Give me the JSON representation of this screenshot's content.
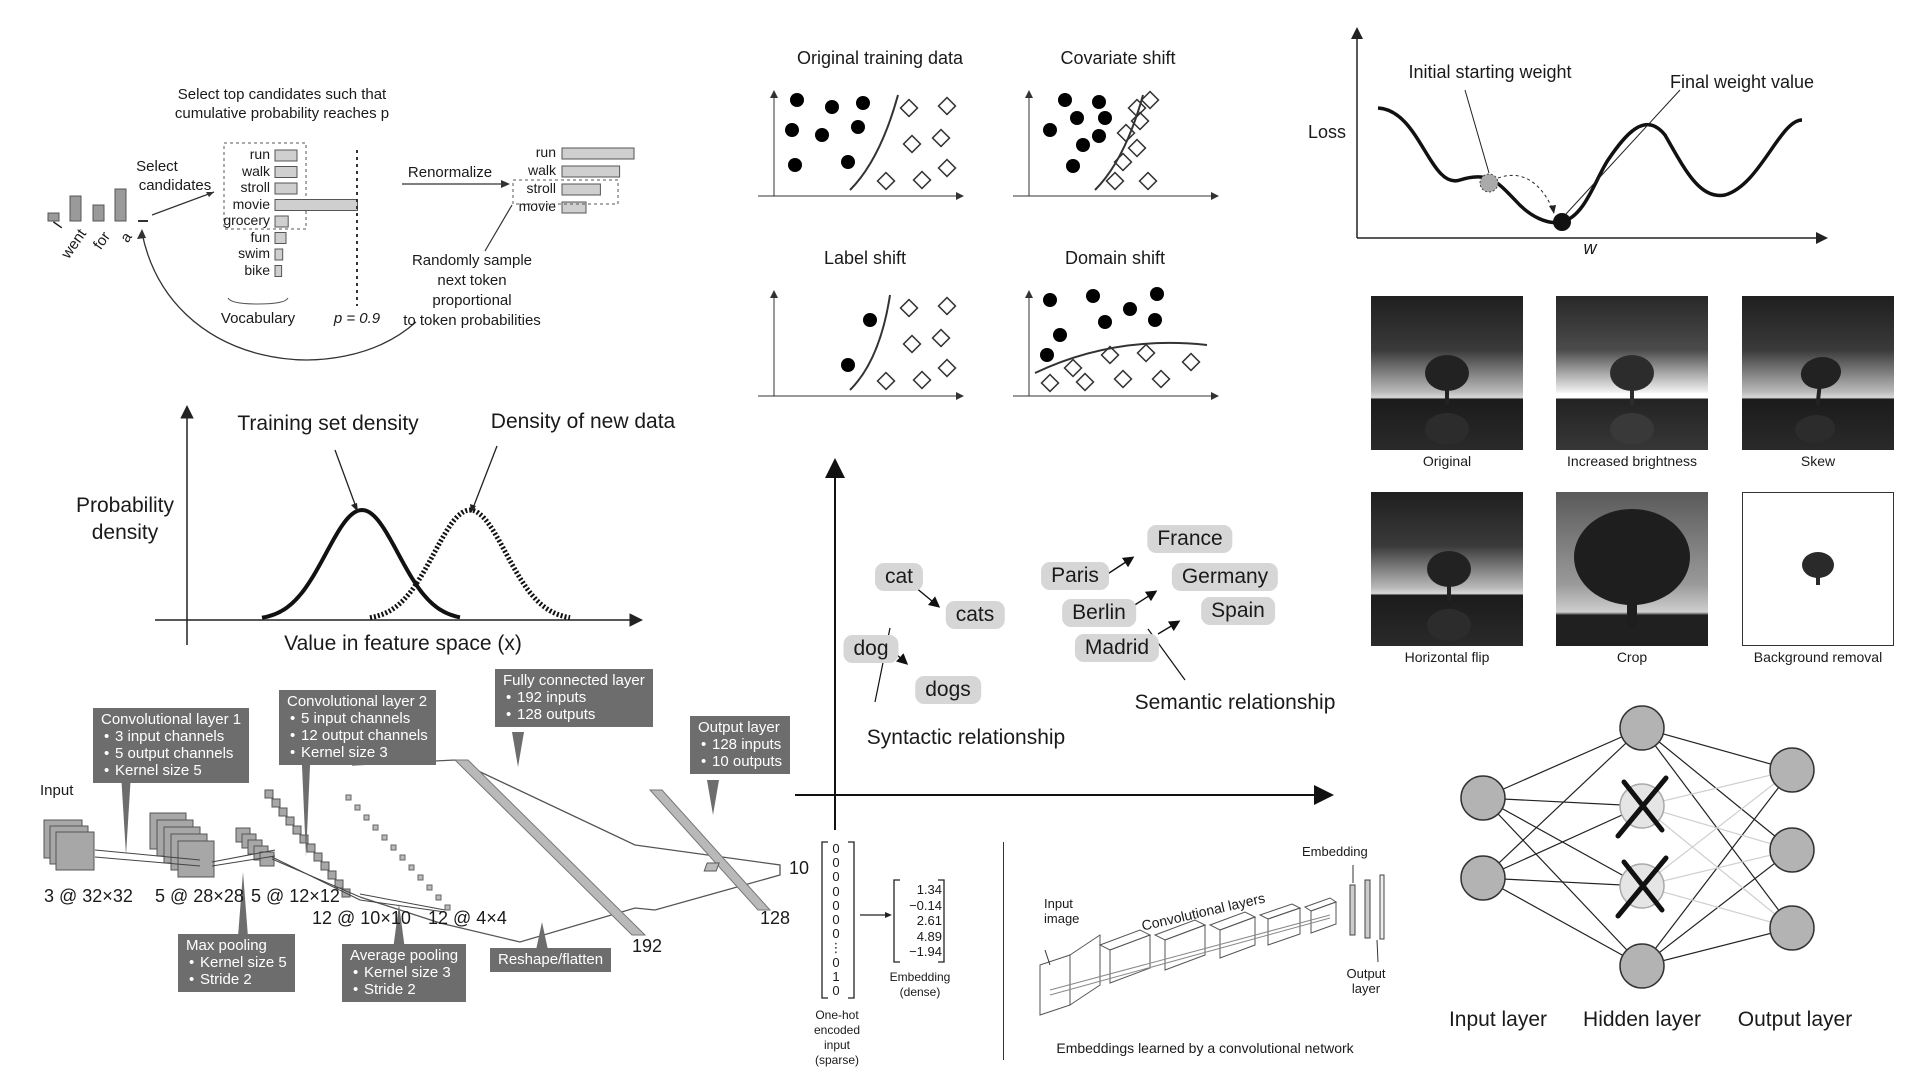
{
  "top_p": {
    "title_line1": "Select top candidates such that",
    "title_line2": "cumulative probability reaches p",
    "select_line1": "Select",
    "select_line2": "candidates",
    "context_tokens": [
      "I",
      "went",
      "for",
      "a"
    ],
    "blank": "_",
    "vocab_words": [
      "run",
      "walk",
      "stroll",
      "movie",
      "grocery",
      "fun",
      "swim",
      "bike"
    ],
    "vocab_probs": [
      0.2,
      0.2,
      0.2,
      0.75,
      0.12,
      0.1,
      0.07,
      0.06
    ],
    "vocab_label": "Vocabulary",
    "p_label": "p = 0.9",
    "renormalize": "Renormalize",
    "renorm_words": [
      "run",
      "walk",
      "stroll",
      "movie"
    ],
    "renorm_probs": [
      0.75,
      0.6,
      0.4,
      0.25
    ],
    "sample_line1": "Randomly sample",
    "sample_line2": "next token",
    "sample_line3": "proportional",
    "sample_line4": "to token probabilities"
  },
  "shifts": {
    "original": "Original training data",
    "covariate": "Covariate shift",
    "label": "Label shift",
    "domain": "Domain shift"
  },
  "loss": {
    "ylabel": "Loss",
    "xlabel": "w",
    "initial": "Initial starting weight",
    "final": "Final weight value"
  },
  "augment": {
    "captions": [
      "Original",
      "Increased brightness",
      "Skew",
      "Horizontal flip",
      "Crop",
      "Background removal"
    ]
  },
  "density": {
    "ylabel_line1": "Probability",
    "ylabel_line2": "density",
    "xlabel": "Value in feature space (x)",
    "train": "Training set density",
    "new": "Density of new data"
  },
  "embedding_space": {
    "words": [
      "cat",
      "cats",
      "dog",
      "dogs",
      "Paris",
      "France",
      "Berlin",
      "Germany",
      "Madrid",
      "Spain"
    ],
    "syntactic": "Syntactic relationship",
    "semantic": "Semantic relationship"
  },
  "cnn": {
    "input": "Input",
    "dims": [
      "3 @ 32×32",
      "5 @ 28×28",
      "5 @ 12×12",
      "12 @ 10×10",
      "12 @ 4×4",
      "192",
      "128",
      "10"
    ],
    "conv1_title": "Convolutional layer 1",
    "conv1_items": [
      "3 input channels",
      "5 output channels",
      "Kernel size 5"
    ],
    "conv2_title": "Convolutional layer 2",
    "conv2_items": [
      "5 input channels",
      "12 output channels",
      "Kernel size 3"
    ],
    "fc_title": "Fully connected layer",
    "fc_items": [
      "192 inputs",
      "128 outputs"
    ],
    "out_title": "Output layer",
    "out_items": [
      "128 inputs",
      "10 outputs"
    ],
    "maxpool_title": "Max pooling",
    "maxpool_items": [
      "Kernel size 5",
      "Stride 2"
    ],
    "avgpool_title": "Average pooling",
    "avgpool_items": [
      "Kernel size 3",
      "Stride 2"
    ],
    "reshape": "Reshape/flatten"
  },
  "onehot": {
    "vector": [
      "0",
      "0",
      "0",
      "0",
      "0",
      "0",
      "0",
      "⋮",
      "0",
      "1",
      "0"
    ],
    "label_lines": [
      "One-hot",
      "encoded",
      "input",
      "(sparse)"
    ],
    "dense": [
      "1.34",
      "−0.14",
      "2.61",
      "4.89",
      "−1.94"
    ],
    "dense_label_lines": [
      "Embedding",
      "(dense)"
    ]
  },
  "conv_embed": {
    "input_lines": [
      "Input",
      "image"
    ],
    "conv_layers": "Convolutional layers",
    "embedding": "Embedding",
    "output_lines": [
      "Output",
      "layer"
    ],
    "caption": "Embeddings learned by a convolutional network"
  },
  "dropout": {
    "input": "Input layer",
    "hidden": "Hidden layer",
    "output": "Output layer"
  }
}
